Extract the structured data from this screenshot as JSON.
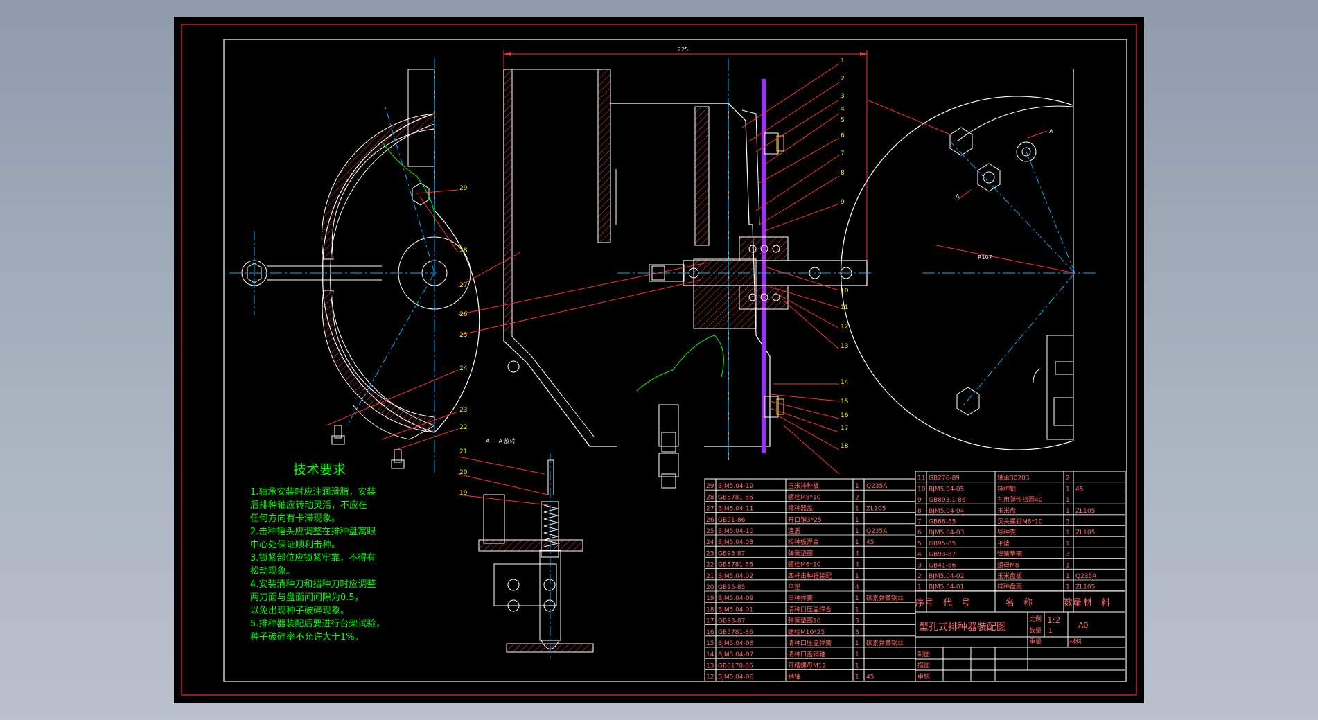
{
  "dimension": {
    "width": "225"
  },
  "section_label": "A — A 旋转",
  "radius_label": "R107",
  "view_marks": [
    "A",
    "A"
  ],
  "balloons_center": [
    "1",
    "2",
    "3",
    "4",
    "5",
    "6",
    "7",
    "8",
    "9",
    "10",
    "11",
    "12",
    "13",
    "14",
    "15",
    "16",
    "17",
    "18"
  ],
  "balloons_left": [
    "29",
    "28",
    "27",
    "26",
    "25",
    "24",
    "23",
    "22",
    "21",
    "20",
    "19"
  ],
  "technical_requirements": {
    "title": "技术要求",
    "items": [
      "1.轴承安装时应注润滑脂，安装",
      "  后排种轴应转动灵活，不应在",
      "  任何方向有卡滞现象。",
      "2.击种锤头应调整在排种盘窝眼",
      "  中心处保证顺利击种。",
      "3.锁紧部位应锁紧牢靠，不得有",
      "  松动现象。",
      "4.安装清种刀和挡种刀时应调整",
      "  两刀面与盘面间间隙为0.5，",
      "  以免出现种子破碎现象。",
      "5.排种器装配后要进行台架试验，",
      "  种子破碎率不允许大于1%。"
    ]
  },
  "bom_left": [
    {
      "no": "29",
      "code": "BJM5.04-12",
      "name": "玉米排种板",
      "qty": "1",
      "mat": "Q235A"
    },
    {
      "no": "28",
      "code": "GB5781-86",
      "name": "螺栓M8*10",
      "qty": "2",
      "mat": ""
    },
    {
      "no": "27",
      "code": "BJM5.04-11",
      "name": "排种器盖",
      "qty": "1",
      "mat": "ZL105"
    },
    {
      "no": "26",
      "code": "GB91-86",
      "name": "开口销3*25",
      "qty": "1",
      "mat": ""
    },
    {
      "no": "25",
      "code": "BJM5.04-10",
      "name": "连盖",
      "qty": "1",
      "mat": "Q235A"
    },
    {
      "no": "24",
      "code": "BJM5.04.03",
      "name": "挡种板焊合",
      "qty": "1",
      "mat": "45"
    },
    {
      "no": "23",
      "code": "GB93-87",
      "name": "弹簧垫圈",
      "qty": "4",
      "mat": ""
    },
    {
      "no": "22",
      "code": "GB5781-86",
      "name": "螺栓M6*10",
      "qty": "4",
      "mat": ""
    },
    {
      "no": "21",
      "code": "BJM5.04.02",
      "name": "四杆击种锤装配",
      "qty": "1",
      "mat": ""
    },
    {
      "no": "20",
      "code": "GB95-85",
      "name": "平垫",
      "qty": "4",
      "mat": ""
    },
    {
      "no": "19",
      "code": "BJM5.04-09",
      "name": "击种弹簧",
      "qty": "1",
      "mat": "碳素弹簧钢丝"
    },
    {
      "no": "18",
      "code": "BJM5.04.01",
      "name": "清种口压盖焊合",
      "qty": "1",
      "mat": ""
    },
    {
      "no": "17",
      "code": "GB93-87",
      "name": "弹簧垫圈10",
      "qty": "3",
      "mat": ""
    },
    {
      "no": "16",
      "code": "GB5781-86",
      "name": "螺栓M10*25",
      "qty": "3",
      "mat": ""
    },
    {
      "no": "15",
      "code": "BJM5.04-08",
      "name": "清种口压盖弹簧",
      "qty": "1",
      "mat": "碳素弹簧钢丝"
    },
    {
      "no": "14",
      "code": "BJM5.04-07",
      "name": "清种口盖销轴",
      "qty": "1",
      "mat": ""
    },
    {
      "no": "13",
      "code": "GB6178-86",
      "name": "开槽螺母M12",
      "qty": "1",
      "mat": ""
    },
    {
      "no": "12",
      "code": "BJM5.04-06",
      "name": "销轴",
      "qty": "1",
      "mat": "45"
    }
  ],
  "bom_right": [
    {
      "no": "11",
      "code": "GB276-89",
      "name": "轴承30203",
      "qty": "2",
      "mat": ""
    },
    {
      "no": "10",
      "code": "BJM5.04-05",
      "name": "排种轴",
      "qty": "1",
      "mat": "45"
    },
    {
      "no": "9",
      "code": "GB893.1-86",
      "name": "孔用弹性挡圈40",
      "qty": "1",
      "mat": ""
    },
    {
      "no": "8",
      "code": "BJM5.04-04",
      "name": "玉米盘",
      "qty": "1",
      "mat": "ZL105"
    },
    {
      "no": "7",
      "code": "GB68-85",
      "name": "沉头螺钉M8*10",
      "qty": "3",
      "mat": ""
    },
    {
      "no": "6",
      "code": "BJM5.04-03",
      "name": "导种壳",
      "qty": "1",
      "mat": "ZL105"
    },
    {
      "no": "5",
      "code": "GB95-85",
      "name": "平垫",
      "qty": "1",
      "mat": ""
    },
    {
      "no": "4",
      "code": "GB93-87",
      "name": "弹簧垫圈",
      "qty": "3",
      "mat": ""
    },
    {
      "no": "3",
      "code": "GB41-86",
      "name": "螺母M8",
      "qty": "1",
      "mat": ""
    },
    {
      "no": "2",
      "code": "BJM5.04-02",
      "name": "玉米盘板",
      "qty": "1",
      "mat": "Q235A"
    },
    {
      "no": "1",
      "code": "BJM5.04-01",
      "name": "排种盘壳",
      "qty": "1",
      "mat": "ZL105"
    }
  ],
  "bom_header": {
    "no": "序号",
    "code": "代　号",
    "name": "名　称",
    "qty": "数量",
    "mat": "材　料"
  },
  "title_block": {
    "title": "型孔式排种器装配图",
    "scale_label": "比例",
    "scale": "1:2",
    "qty_label": "数量",
    "qty": "1",
    "sheet_size": "A0",
    "weight_label": "重量",
    "material_label": "材料",
    "drawn": "制图",
    "traced": "描图",
    "checked": "审核"
  },
  "colors": {
    "background": "#000000",
    "outline": "#ffffff",
    "dim": "#ff3030",
    "center": "#00b0ff",
    "hatch": "#ff4040",
    "text": "#00ff00",
    "frame": "#ff2a2a"
  }
}
